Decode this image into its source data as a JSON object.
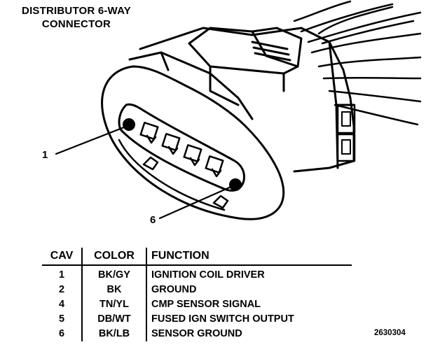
{
  "title": {
    "line1": "DISTRIBUTOR 6-WAY",
    "line2": "CONNECTOR"
  },
  "callouts": {
    "pin_first": "1",
    "pin_last": "6"
  },
  "table": {
    "headers": {
      "cav": "CAV",
      "color": "COLOR",
      "function": "FUNCTION"
    },
    "rows": [
      {
        "cav": "1",
        "color": "BK/GY",
        "function": "IGNITION COIL DRIVER"
      },
      {
        "cav": "2",
        "color": "BK",
        "function": "GROUND"
      },
      {
        "cav": "4",
        "color": "TN/YL",
        "function": "CMP SENSOR SIGNAL"
      },
      {
        "cav": "5",
        "color": "DB/WT",
        "function": "FUSED IGN SWITCH OUTPUT"
      },
      {
        "cav": "6",
        "color": "BK/LB",
        "function": "SENSOR GROUND"
      }
    ]
  },
  "part_number": "2630304"
}
